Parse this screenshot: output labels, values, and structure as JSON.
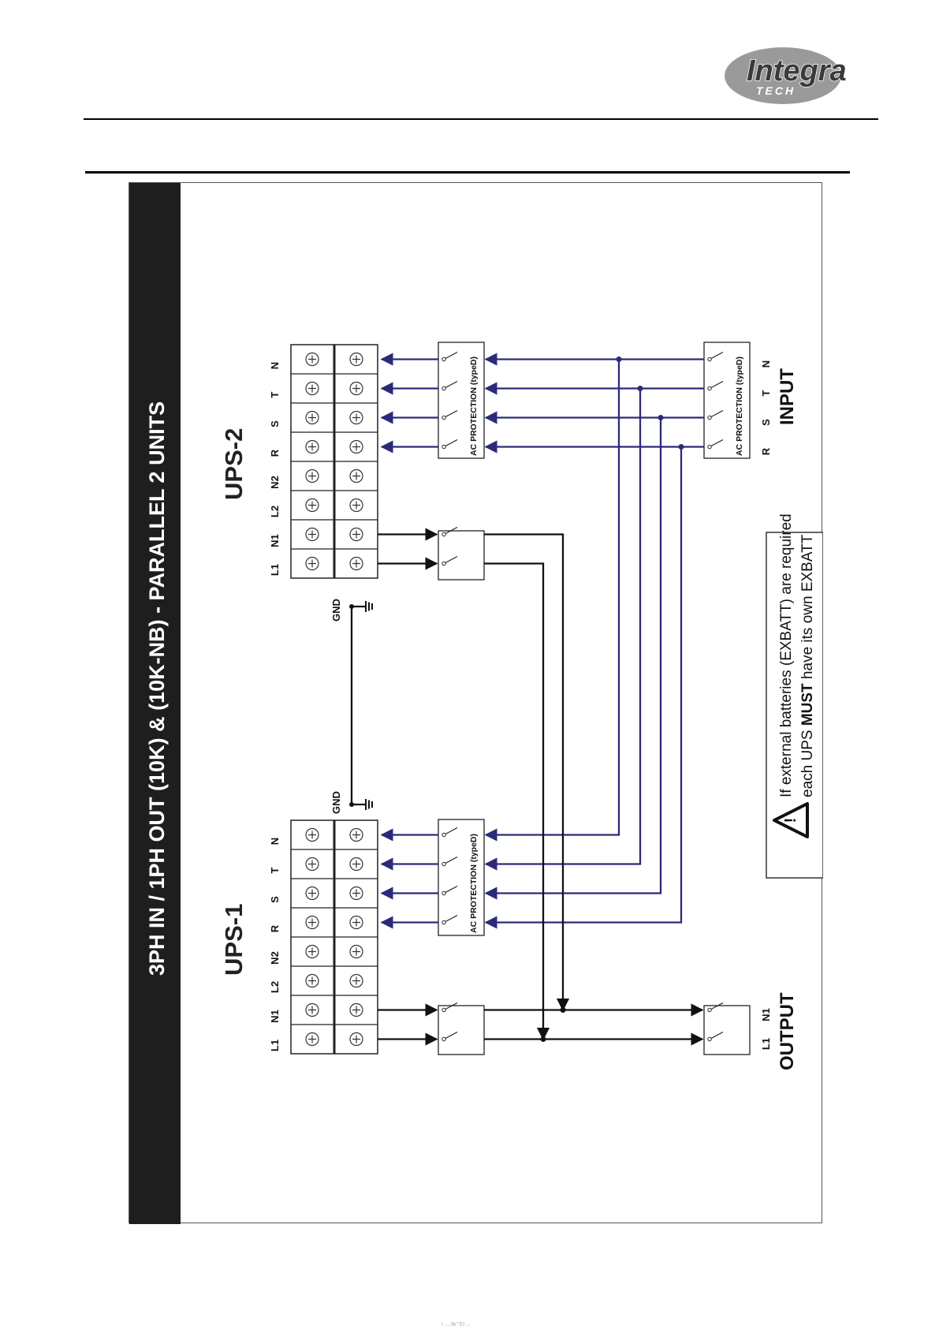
{
  "logo": {
    "text": "Integra",
    "subtext": "TECH"
  },
  "diagram": {
    "title": "3PH IN / 1PH OUT  (10K) & (10K-NB)  - PARALLEL 2 UNITS",
    "ups1": {
      "label": "UPS-1",
      "terminals": [
        "L1",
        "N1",
        "L2",
        "N2",
        "R",
        "S",
        "T",
        "N"
      ],
      "gnd_label": "GND"
    },
    "ups2": {
      "label": "UPS-2",
      "terminals": [
        "L1",
        "N1",
        "L2",
        "N2",
        "R",
        "S",
        "T",
        "N"
      ],
      "gnd_label": "GND"
    },
    "ac_protection_label": "AC PROTECTION (typeD)",
    "input": {
      "label": "INPUT",
      "phases": [
        "R",
        "S",
        "T",
        "N"
      ]
    },
    "output": {
      "label": "OUTPUT",
      "phases": [
        "L1",
        "N1"
      ]
    },
    "warning": {
      "line1": "If external batteries (EXBATT) are required",
      "line2_prefix": "each UPS ",
      "line2_bold": "MUST",
      "line2_suffix": " have its own EXBATT"
    },
    "colors": {
      "ac_wire": "#2b2a7a",
      "dc_wire": "#111111",
      "title_bar": "#1e1e1e"
    }
  },
  "footer": {
    "mark": "i ... (N^E) ... "
  }
}
